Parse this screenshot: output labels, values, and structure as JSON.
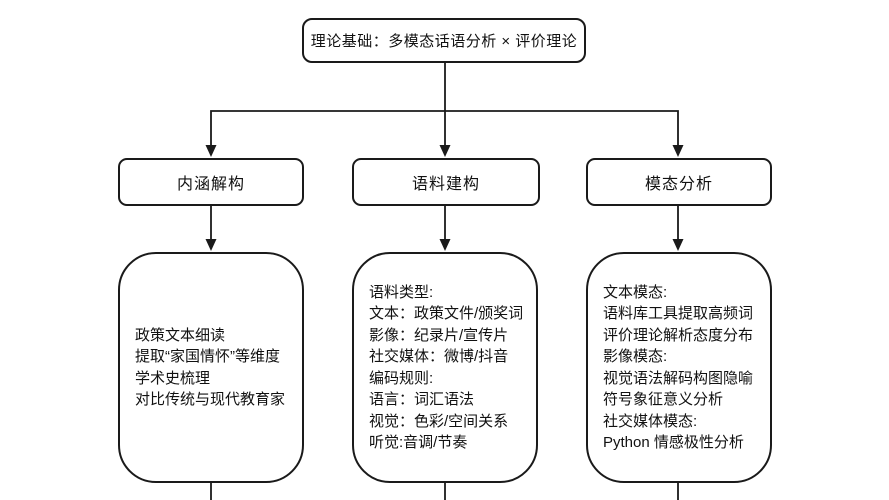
{
  "diagram": {
    "title": "理论基础：多模态话语分析 × 评价理论",
    "stroke_color": "#1a1a1a",
    "text_color": "#111111",
    "background": "#ffffff",
    "columns": [
      {
        "header": "内涵解构",
        "lines": [
          "政策文本细读",
          "提取“家国情怀”等维度",
          "学术史梳理",
          "对比传统与现代教育家"
        ]
      },
      {
        "header": "语料建构",
        "lines": [
          "语料类型:",
          "文本：政策文件/颁奖词",
          "影像：纪录片/宣传片",
          "社交媒体：微博/抖音",
          "编码规则:",
          "语言：词汇语法",
          "视觉：色彩/空间关系",
          "听觉:音调/节奏"
        ]
      },
      {
        "header": "模态分析",
        "lines": [
          "文本模态:",
          "语料库工具提取高频词",
          "评价理论解析态度分布",
          "影像模态:",
          "视觉语法解码构图隐喻",
          "符号象征意义分析",
          "社交媒体模态:",
          "Python 情感极性分析"
        ]
      }
    ]
  }
}
